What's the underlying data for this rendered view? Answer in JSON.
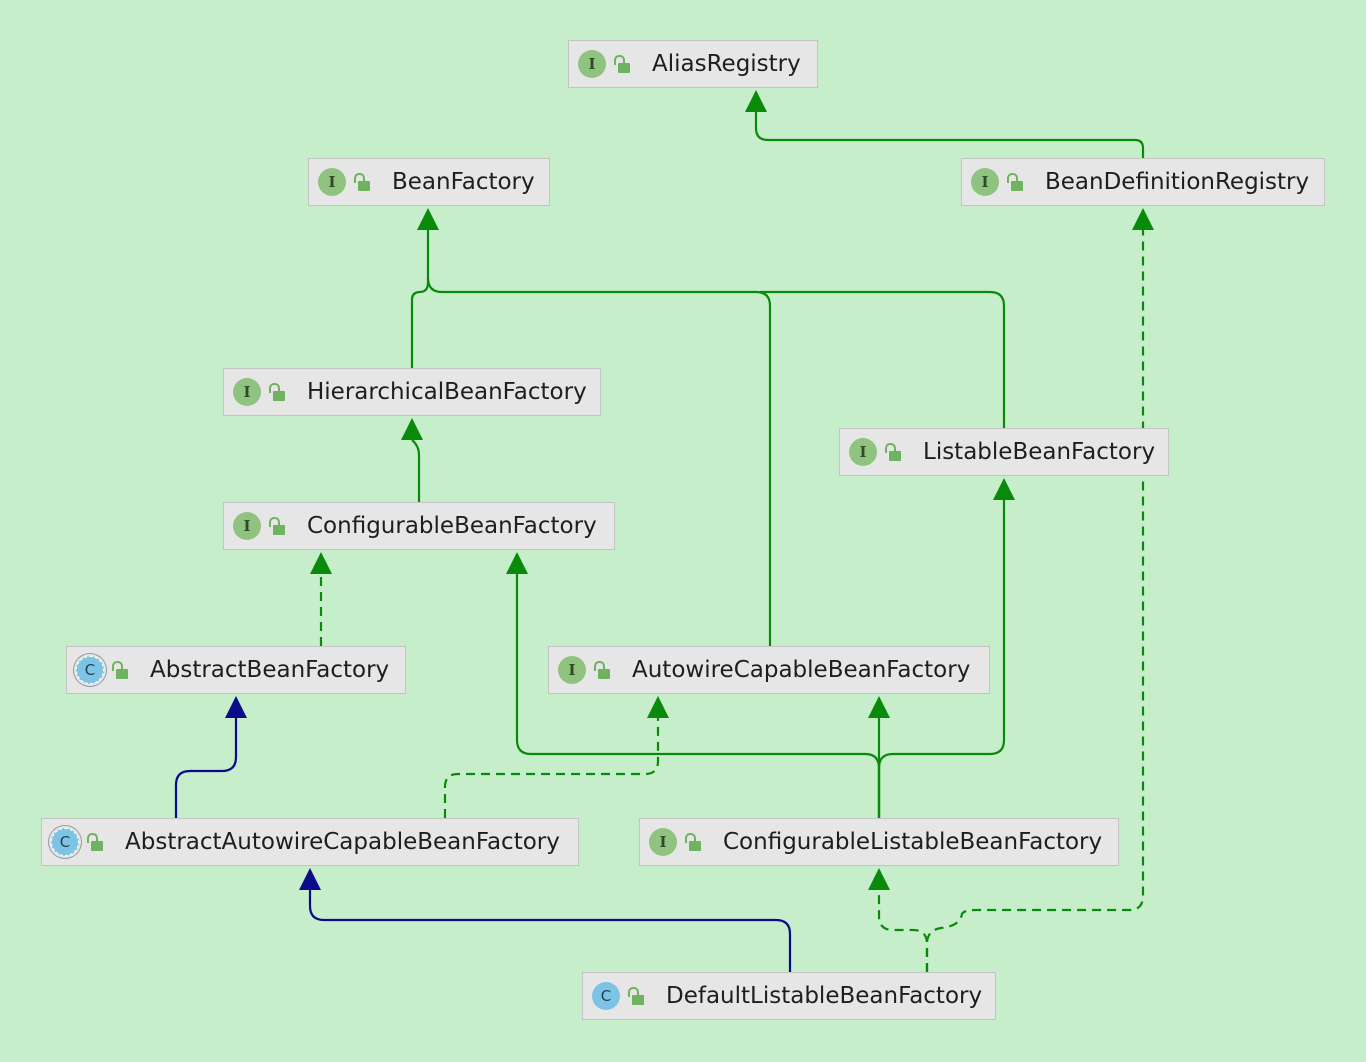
{
  "diagram": {
    "nodes": [
      {
        "id": "AliasRegistry",
        "label": "AliasRegistry",
        "kind": "interface",
        "kind_glyph": "I"
      },
      {
        "id": "BeanFactory",
        "label": "BeanFactory",
        "kind": "interface",
        "kind_glyph": "I"
      },
      {
        "id": "BeanDefinitionRegistry",
        "label": "BeanDefinitionRegistry",
        "kind": "interface",
        "kind_glyph": "I"
      },
      {
        "id": "HierarchicalBeanFactory",
        "label": "HierarchicalBeanFactory",
        "kind": "interface",
        "kind_glyph": "I"
      },
      {
        "id": "ListableBeanFactory",
        "label": "ListableBeanFactory",
        "kind": "interface",
        "kind_glyph": "I"
      },
      {
        "id": "ConfigurableBeanFactory",
        "label": "ConfigurableBeanFactory",
        "kind": "interface",
        "kind_glyph": "I"
      },
      {
        "id": "AbstractBeanFactory",
        "label": "AbstractBeanFactory",
        "kind": "abstract-class",
        "kind_glyph": "C"
      },
      {
        "id": "AutowireCapableBeanFactory",
        "label": "AutowireCapableBeanFactory",
        "kind": "interface",
        "kind_glyph": "I"
      },
      {
        "id": "AbstractAutowireCapableBeanFactory",
        "label": "AbstractAutowireCapableBeanFactory",
        "kind": "abstract-class",
        "kind_glyph": "C"
      },
      {
        "id": "ConfigurableListableBeanFactory",
        "label": "ConfigurableListableBeanFactory",
        "kind": "interface",
        "kind_glyph": "I"
      },
      {
        "id": "DefaultListableBeanFactory",
        "label": "DefaultListableBeanFactory",
        "kind": "class",
        "kind_glyph": "C"
      }
    ],
    "edges": [
      {
        "from": "BeanDefinitionRegistry",
        "to": "AliasRegistry",
        "relation": "extends"
      },
      {
        "from": "HierarchicalBeanFactory",
        "to": "BeanFactory",
        "relation": "extends"
      },
      {
        "from": "AutowireCapableBeanFactory",
        "to": "BeanFactory",
        "relation": "extends"
      },
      {
        "from": "ListableBeanFactory",
        "to": "BeanFactory",
        "relation": "extends"
      },
      {
        "from": "ConfigurableBeanFactory",
        "to": "HierarchicalBeanFactory",
        "relation": "extends"
      },
      {
        "from": "AbstractBeanFactory",
        "to": "ConfigurableBeanFactory",
        "relation": "implements"
      },
      {
        "from": "AbstractAutowireCapableBeanFactory",
        "to": "AbstractBeanFactory",
        "relation": "class-extends"
      },
      {
        "from": "AbstractAutowireCapableBeanFactory",
        "to": "AutowireCapableBeanFactory",
        "relation": "implements"
      },
      {
        "from": "ConfigurableListableBeanFactory",
        "to": "ConfigurableBeanFactory",
        "relation": "extends"
      },
      {
        "from": "ConfigurableListableBeanFactory",
        "to": "AutowireCapableBeanFactory",
        "relation": "extends"
      },
      {
        "from": "ConfigurableListableBeanFactory",
        "to": "ListableBeanFactory",
        "relation": "extends"
      },
      {
        "from": "DefaultListableBeanFactory",
        "to": "AbstractAutowireCapableBeanFactory",
        "relation": "class-extends"
      },
      {
        "from": "DefaultListableBeanFactory",
        "to": "ConfigurableListableBeanFactory",
        "relation": "implements"
      },
      {
        "from": "DefaultListableBeanFactory",
        "to": "BeanDefinitionRegistry",
        "relation": "implements"
      }
    ],
    "colors": {
      "background": "#c7eecb",
      "interface_edge": "#0a8a0a",
      "class_edge": "#0b0b8a",
      "node_fill": "#e6e6e6",
      "interface_icon": "#8fc37f",
      "class_icon": "#7cc3e4",
      "access_icon": "#6fb25f"
    },
    "icons": {
      "interface": "interface-icon",
      "class": "class-icon",
      "abstract-class": "abstract-class-icon",
      "access": "unlocked-icon"
    }
  }
}
